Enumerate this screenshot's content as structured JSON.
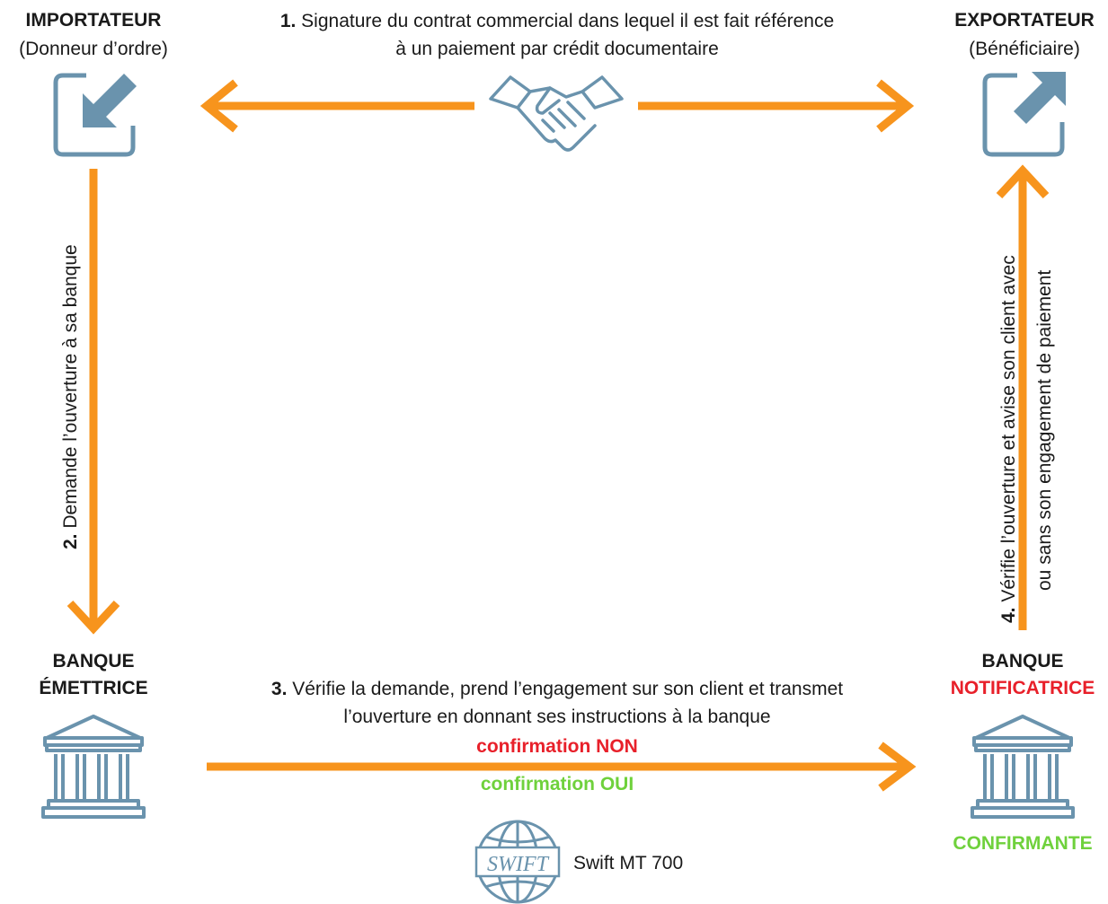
{
  "parties": {
    "importer": {
      "title": "IMPORTATEUR",
      "subtitle": "(Donneur d’ordre)",
      "icon": "arrow-in-icon"
    },
    "exporter": {
      "title": "EXPORTATEUR",
      "subtitle": "(Bénéficiaire)",
      "icon": "arrow-out-icon"
    },
    "issuing_bank": {
      "title_line1": "BANQUE",
      "title_line2": "ÉMETTRICE",
      "icon": "bank-icon"
    },
    "notifying_bank": {
      "title_line1": "BANQUE",
      "title_line2": "NOTIFICATRICE",
      "extra": "CONFIRMANTE",
      "icon": "bank-icon"
    }
  },
  "steps": {
    "step1": {
      "num": "1.",
      "line1": " Signature du contrat commercial dans lequel il est fait référence",
      "line2": "à un paiement par crédit documentaire"
    },
    "step2": {
      "num": "2.",
      "text": " Demande l’ouverture à sa banque"
    },
    "step3": {
      "num": "3.",
      "line1": " Vérifie la demande, prend l’engagement sur son client et transmet",
      "line2": "l’ouverture en donnant ses instructions à la banque"
    },
    "step4": {
      "num": "4.",
      "line1": " Vérifie l’ouverture et avise  son client avec",
      "line2": "ou sans son engagement de paiement"
    }
  },
  "confirmation": {
    "no": "confirmation NON",
    "yes": "confirmation OUI"
  },
  "swift": {
    "logo_text": "SWIFT",
    "label": "Swift MT 700"
  },
  "colors": {
    "arrow": "#f7941d",
    "icon": "#6a93ad",
    "red": "#e8202a",
    "green": "#6fd13c"
  }
}
